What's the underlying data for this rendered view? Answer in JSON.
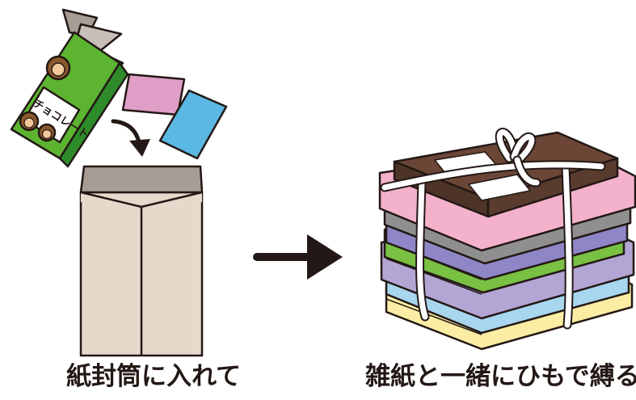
{
  "package": {
    "label": "チョコレート"
  },
  "captions": {
    "left": "紙封筒に入れて",
    "right": "雑紙と一緒にひもで縛る"
  },
  "colors": {
    "outline": "#231815",
    "package_green": "#5cb431",
    "package_dark": "#2e8b2a",
    "card_pink": "#df9ec5",
    "card_blue": "#5bb8e2",
    "envelope": "#e6d9cc",
    "envelope_flap": "#a89d95",
    "cover_brown": "#6b4636",
    "sheet_pink": "#f4b1cb",
    "sheet_gray": "#8f8f8f",
    "sheet_purple": "#8e86c6",
    "sheet_green": "#79c043",
    "sheet_lavender": "#b3a6d4",
    "sheet_lightblue": "#a8d6ee",
    "sheet_cream": "#fbeda3"
  },
  "icons": {
    "package": "chocolate-package-icon",
    "card_pink": "pink-paper-card-icon",
    "card_blue": "blue-paper-card-icon",
    "curved_arrow": "curved-arrow-icon",
    "envelope": "paper-envelope-icon",
    "arrow": "right-arrow-icon",
    "paper_stack": "tied-paper-stack-icon"
  }
}
